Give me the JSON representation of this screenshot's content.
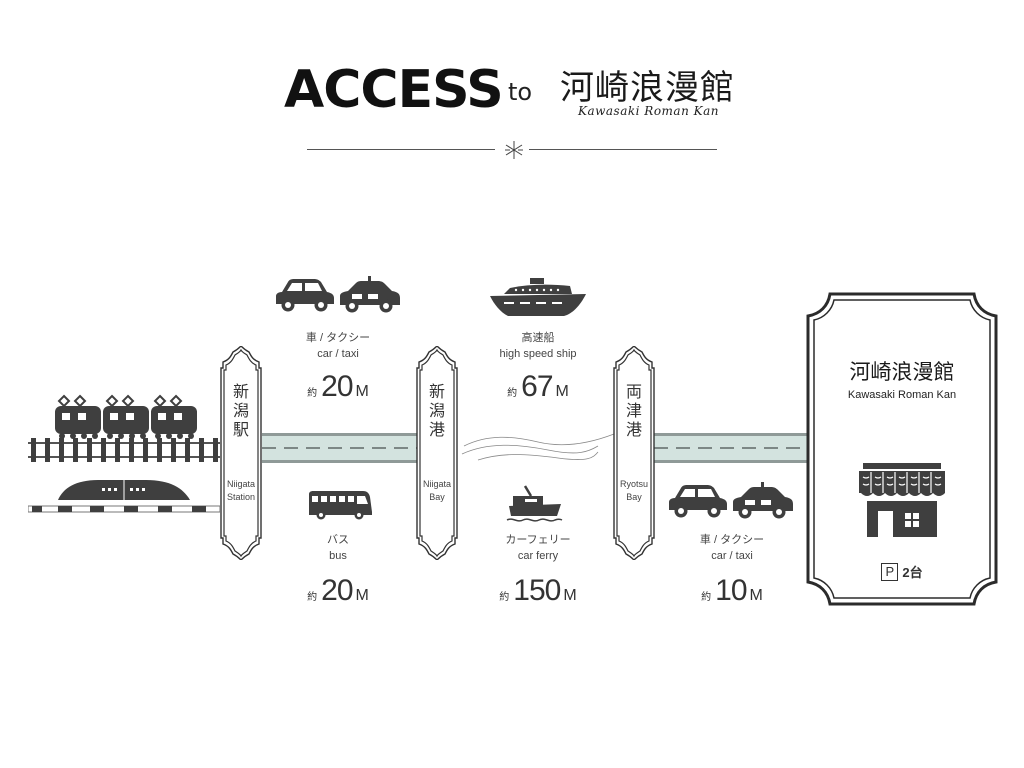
{
  "header": {
    "title": "ACCESS",
    "connector": "to",
    "destination_jp": "河崎浪漫館",
    "destination_en": "Kawasaki Roman Kan",
    "divider_icon": "snowflake-ornament-icon"
  },
  "colors": {
    "icon_dark": "#3f3f3f",
    "road_fill": "#d3e3df",
    "road_edge": "#8f9a98",
    "text": "#333333"
  },
  "origin": {
    "icons": [
      "electric-train-icon",
      "railway-track-icon",
      "shinkansen-icon",
      "platform-track-icon"
    ]
  },
  "stations": [
    {
      "jp": "新潟駅",
      "en_line1": "Niigata",
      "en_line2": "Station"
    },
    {
      "jp": "新潟港",
      "en_line1": "Niigata",
      "en_line2": "Bay"
    },
    {
      "jp": "両津港",
      "en_line1": "Ryotsu",
      "en_line2": "Bay"
    }
  ],
  "legs": [
    {
      "segment": "Niigata Station → Niigata Bay",
      "upper": {
        "icon": "car-and-taxi-icon",
        "label_jp": "車 / タクシー",
        "label_en": "car / taxi",
        "prefix": "約",
        "value": "20",
        "unit": "M"
      },
      "lower": {
        "icon": "bus-icon",
        "label_jp": "バス",
        "label_en": "bus",
        "prefix": "約",
        "value": "20",
        "unit": "M"
      }
    },
    {
      "segment": "Niigata Bay → Ryotsu Bay",
      "upper": {
        "icon": "high-speed-ship-icon",
        "label_jp": "高速船",
        "label_en": "high speed ship",
        "prefix": "約",
        "value": "67",
        "unit": "M"
      },
      "lower": {
        "icon": "car-ferry-icon",
        "label_jp": "カーフェリー",
        "label_en": "car ferry",
        "prefix": "約",
        "value": "150",
        "unit": "M"
      }
    },
    {
      "segment": "Ryotsu Bay → Kawasaki Roman Kan",
      "lower": {
        "icon": "car-and-taxi-icon",
        "label_jp": "車 / タクシー",
        "label_en": "car / taxi",
        "prefix": "約",
        "value": "10",
        "unit": "M"
      }
    }
  ],
  "destination": {
    "name_jp": "河崎浪漫館",
    "name_en": "Kawasaki Roman Kan",
    "icon": "shop-building-icon",
    "parking_symbol": "P",
    "parking_text": "2台"
  }
}
